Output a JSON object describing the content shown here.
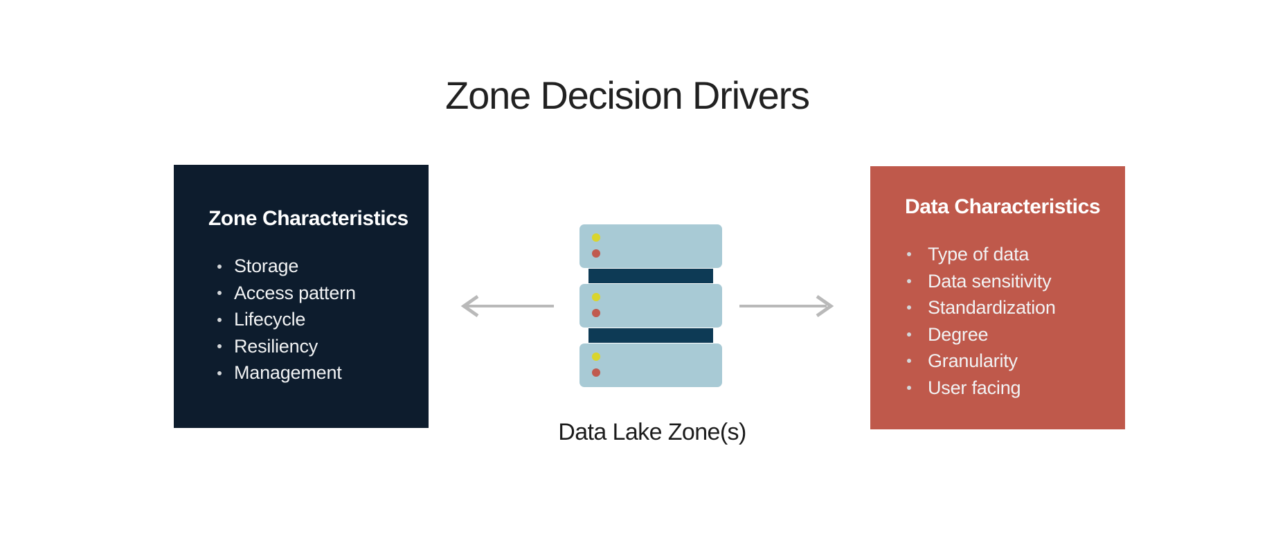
{
  "slide": {
    "title": "Zone Decision Drivers"
  },
  "left_panel": {
    "title": "Zone Characteristics",
    "items": [
      "Storage",
      "Access pattern",
      "Lifecycle",
      "Resiliency",
      "Management"
    ]
  },
  "right_panel": {
    "title": "Data Characteristics",
    "items": [
      "Type of data",
      "Data sensitivity",
      "Standardization",
      "Degree",
      "Granularity",
      "User facing"
    ]
  },
  "center": {
    "icon": "server-stack-icon",
    "caption": "Data Lake Zone(s)"
  },
  "colors": {
    "page-bg": "#ffffff",
    "title-text": "#212121",
    "navy-panel": "#0d1c2d",
    "red-panel": "#bf594b",
    "panel-text": "#f2f3f4",
    "bullet-dot": "#d3d6d9",
    "slab-blue": "#a8cad5",
    "divider-navy": "#0d3a55",
    "led-yellow": "#d9d52e",
    "led-red": "#c05a4f",
    "arrow-gray": "#b9b9b9",
    "caption-text": "#1c1c1c"
  }
}
